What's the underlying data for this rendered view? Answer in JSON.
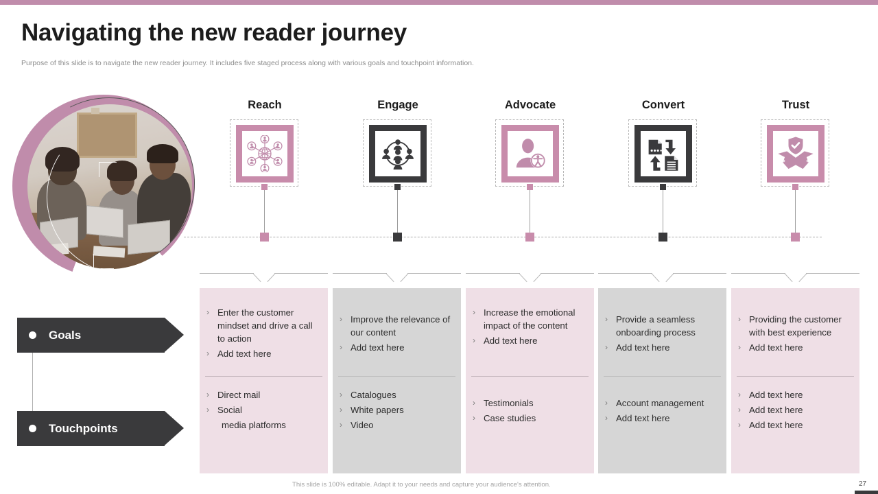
{
  "accent_color": "#c08cab",
  "dark_color": "#3a3a3c",
  "pink_panel_color": "#efdfe6",
  "grey_panel_color": "#d6d6d6",
  "header": {
    "title": "Navigating the new reader journey",
    "subtitle": "Purpose of this slide is to navigate the new reader journey. It includes five staged process along with various goals and touchpoint information."
  },
  "photo": {
    "alt": "team-collaboration-photo",
    "icon": "people-at-laptops-photo"
  },
  "row_labels": {
    "goals": "Goals",
    "touchpoints": "Touchpoints"
  },
  "stages": [
    {
      "title": "Reach",
      "icon": "network-globe-people-icon",
      "theme": "pink",
      "goals": [
        {
          "text": "Enter the customer mindset and drive a call to action",
          "continuation": false
        },
        {
          "text": "Add text here",
          "continuation": false
        }
      ],
      "touchpoints": [
        {
          "text": "Direct mail",
          "continuation": false
        },
        {
          "text": "Social",
          "continuation": false
        },
        {
          "text": "media platforms",
          "continuation": true
        }
      ]
    },
    {
      "title": "Engage",
      "icon": "people-circle-group-icon",
      "theme": "dark",
      "goals": [
        {
          "text": "Improve the relevance of our content",
          "continuation": false
        },
        {
          "text": "Add text here",
          "continuation": false
        }
      ],
      "touchpoints": [
        {
          "text": "Catalogues",
          "continuation": false
        },
        {
          "text": "White papers",
          "continuation": false
        },
        {
          "text": "Video",
          "continuation": false
        }
      ]
    },
    {
      "title": "Advocate",
      "icon": "user-accessibility-badge-icon",
      "theme": "pink",
      "goals": [
        {
          "text": "Increase the emotional impact of the content",
          "continuation": false
        },
        {
          "text": "Add text here",
          "continuation": false
        }
      ],
      "touchpoints": [
        {
          "text": "Testimonials",
          "continuation": false
        },
        {
          "text": "Case studies",
          "continuation": false
        }
      ]
    },
    {
      "title": "Convert",
      "icon": "document-exchange-arrows-icon",
      "theme": "dark",
      "goals": [
        {
          "text": "Provide a seamless onboarding process",
          "continuation": false
        },
        {
          "text": "Add text here",
          "continuation": false
        }
      ],
      "touchpoints": [
        {
          "text": "Account management",
          "continuation": false
        },
        {
          "text": "Add text here",
          "continuation": false
        }
      ]
    },
    {
      "title": "Trust",
      "icon": "handshake-shield-check-icon",
      "theme": "pink",
      "goals": [
        {
          "text": "Providing the customer with best experience",
          "continuation": false
        },
        {
          "text": "Add text here",
          "continuation": false
        }
      ],
      "touchpoints": [
        {
          "text": "Add text here",
          "continuation": false
        },
        {
          "text": "Add text here",
          "continuation": false
        },
        {
          "text": "Add text here",
          "continuation": false
        }
      ]
    }
  ],
  "bullet_glyph": "›",
  "footer": {
    "note": "This slide is 100% editable. Adapt it to your needs and capture your audience's attention.",
    "page_number": "27"
  }
}
